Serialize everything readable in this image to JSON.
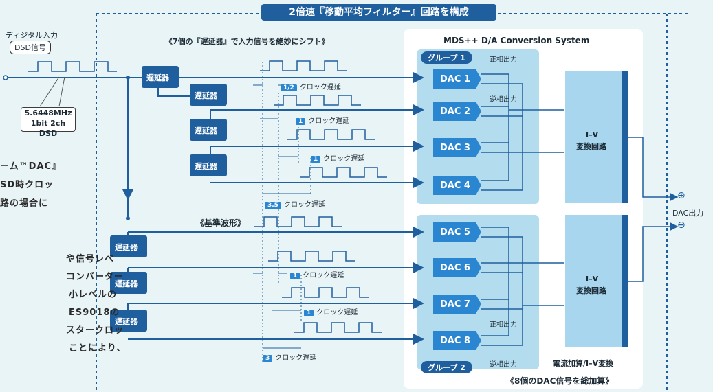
{
  "title": "2倍速『移動平均フィルター』回路を構成",
  "system_label": "MDS++ D/A Conversion System",
  "input": {
    "caption": "ディジタル入力",
    "signal": "DSD信号",
    "spec_line1": "5.6448MHz",
    "spec_line2": "1bit 2ch DSD"
  },
  "delay_note": "《7個の『遅延器』で入力信号を絶妙にシフト》",
  "delay_block_label": "遅延器",
  "delays": [
    {
      "badge": "1/2",
      "text": "クロック遅延"
    },
    {
      "badge": "1",
      "text": "クロック遅延"
    },
    {
      "badge": "1",
      "text": "クロック遅延"
    },
    {
      "badge": "3.5",
      "text": "クロック遅延"
    },
    {
      "badge": "1",
      "text": "クロック遅延"
    },
    {
      "badge": "1",
      "text": "クロック遅延"
    },
    {
      "badge": "3",
      "text": "クロック遅延"
    }
  ],
  "reference_wave": "《基準波形》",
  "groups": [
    {
      "label": "グループ 1"
    },
    {
      "label": "グループ 2"
    }
  ],
  "dacs": [
    "DAC 1",
    "DAC 2",
    "DAC 3",
    "DAC 4",
    "DAC 5",
    "DAC 6",
    "DAC 7",
    "DAC 8"
  ],
  "phase": {
    "positive": "正相出力",
    "negative": "逆相出力"
  },
  "iv": {
    "line1": "I–V",
    "line2": "変換回路"
  },
  "current_sum": "電流加算/I–V変換",
  "sum_note": "《8個のDAC信号を総加算》",
  "output": {
    "label": "DAC出力",
    "plus": "⊕",
    "minus": "⊖"
  },
  "article_lines": [
    "ーム™DAC』",
    "SD時クロッ",
    "路の場合に",
    "",
    "や信号レベ",
    "コンバーター",
    "小レベルの",
    "ES9018の",
    "スタークロッ",
    "ことにより、"
  ],
  "colors": {
    "line": "#1f5f9e",
    "block": "#1f5f9e",
    "dac": "#2a86d0",
    "panel": "#ffffff",
    "group": "#b4dcef",
    "iv": "#a8d6ef"
  }
}
